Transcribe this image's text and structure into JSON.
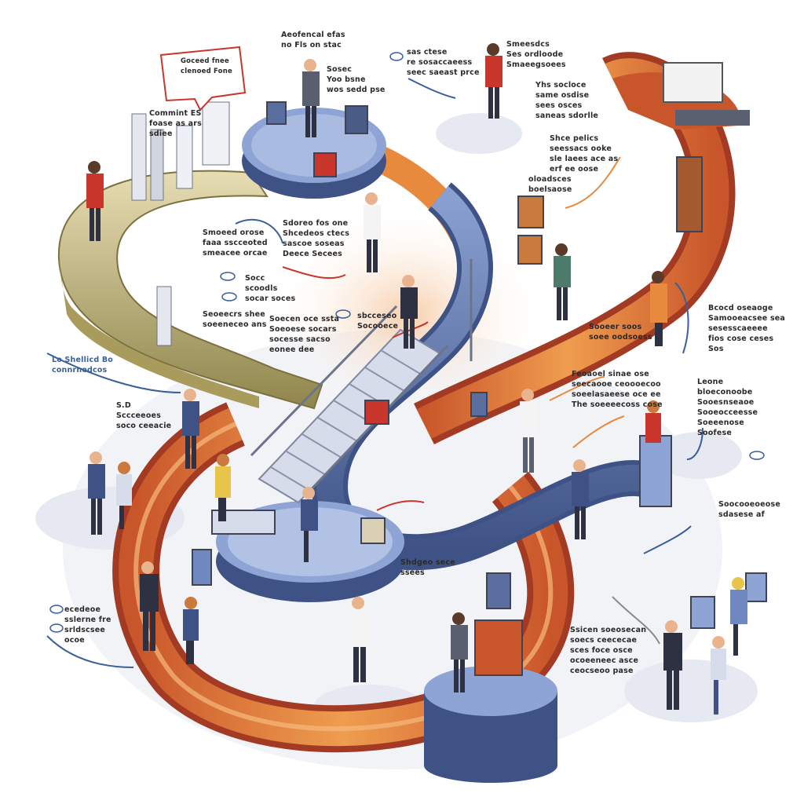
{
  "image": {
    "description_labels": [
      {
        "id": "top-center-note",
        "text": "Aeofencal efas\nno Fls on stac"
      },
      {
        "id": "speech-bubble",
        "text": "Goceed fnee\nclenoed Fone"
      },
      {
        "id": "mid-top-note",
        "text": "Sosec\nYoo bsne\nwos sedd pse"
      },
      {
        "id": "top-right-header",
        "text": "Smeesdcs\nSes ordloode\nSmaeegsoees"
      },
      {
        "id": "top-right-note",
        "text": "Yhs socloce\nsame osdise\nsees osces\nsaneas sdorlle"
      },
      {
        "id": "top-left-chip",
        "text": "sas ctese\nre sosaccaeess\nseec saeast prce"
      },
      {
        "id": "left-top-note",
        "text": "Commint ES\nfoase as ars\nsdiee"
      },
      {
        "id": "right-upper-note",
        "text": "Shce pelics\nseessacs ooke\nsle laees ace as\nerf ee oose"
      },
      {
        "id": "right-upper-note-2",
        "text": "oloadsces\nboelsaose"
      },
      {
        "id": "center-note-1",
        "text": "Sdoreo fos one\nShcedeos ctecs\nsascoe soseas\nDeece Secees"
      },
      {
        "id": "left-mid-note",
        "text": "Smoeed orose\nfaaa sscceoted\nsmeacee orcae"
      },
      {
        "id": "center-note-2",
        "text": "Socc\nscoodls\nsocar soces"
      },
      {
        "id": "left-note-3",
        "text": "Seoeecrs shee\nsoeeneceo ans"
      },
      {
        "id": "center-note-3",
        "text": "Soecen oce ssta\nSoeoese socars\nsocesse sacso\neonee dee"
      },
      {
        "id": "center-note-3b",
        "text": "sbcceseo\nSocooece"
      },
      {
        "id": "left-edge-note",
        "text": "Lo Shellicd Bo\nconnrnedcos"
      },
      {
        "id": "right-mid-note",
        "text": "Bcocd oseaoge\nSamooeacsee sea\nsesesscaeeee\nfios cose ceses\nSos"
      },
      {
        "id": "right-center-note",
        "text": "Sooeer soos\nsoee oodsoess"
      },
      {
        "id": "center-right-note",
        "text": "Feoaoel sinae ose\nseecaooe ceoooecoo\nsoeelasaeese oce ee\nThe soeeeecoss cose"
      },
      {
        "id": "left-note-4",
        "text": "S.D\nSccceeoes\nsoco ceeacie"
      },
      {
        "id": "right-side-note",
        "text": "Leone\nbloeconoobe\nSooesnseaoe\nSooeocceesse\nSoeeenose\nSoofese"
      },
      {
        "id": "right-side-note-2",
        "text": "Soocooeoeose\nsdasese af"
      },
      {
        "id": "center-bottom-note",
        "text": "Shdgeo sece\nssees"
      },
      {
        "id": "left-bottom-note",
        "text": "ecedeoe\nsslerne fre\nsrldscsee\nocoe"
      },
      {
        "id": "bottom-right-note",
        "text": "Ssicen soeosecan\nsoecs ceececae\nsces foce osce\nocoeeneec asce\nceocseoo pase"
      }
    ],
    "palette": {
      "orange": "#e88a3e",
      "orange_dark": "#c9562a",
      "red_dark": "#a33a24",
      "blue": "#6f88c0",
      "blue_dark": "#3e5285",
      "olive": "#c9bd85",
      "olive_dark": "#8f854c",
      "cream": "#f3ecd8",
      "shadow": "#e3e6ee",
      "suit": "#2d3142",
      "shirt": "#f4f4f4",
      "skin": "#e9b48d",
      "red_accent": "#c9362b"
    }
  }
}
